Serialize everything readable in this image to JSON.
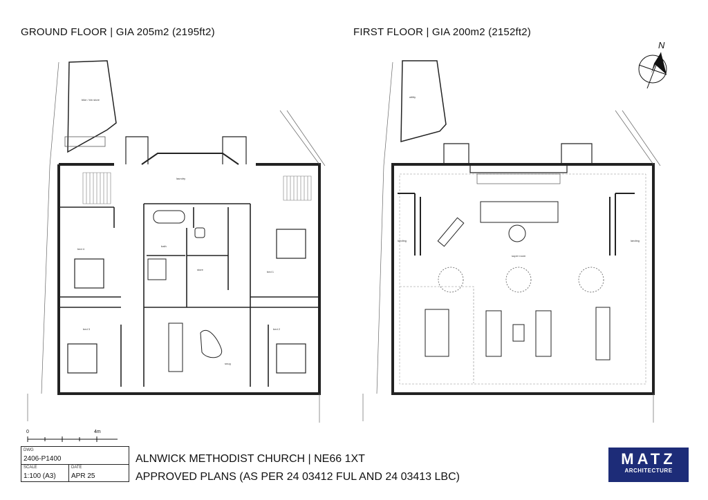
{
  "ground_floor": {
    "title": "GROUND FLOOR | GIA 205m2 (2195ft2)"
  },
  "first_floor": {
    "title": "FIRST FLOOR | GIA 200m2 (2152ft2)"
  },
  "north_arrow": {
    "label": "N"
  },
  "scale_bar": {
    "start_label": "0",
    "end_label": "4m"
  },
  "title_block": {
    "dwg_caption": "DWG",
    "dwg_value": "2406-P1400",
    "scale_caption": "SCALE",
    "scale_value": "1:100 (A3)",
    "date_caption": "DATE",
    "date_value": "APR 25"
  },
  "project": {
    "name": "ALNWICK METHODIST CHURCH | NE66 1XT",
    "description": "APPROVED PLANS (AS PER 24  03412  FUL AND 24  03413  LBC)"
  },
  "logo": {
    "main": "MATZ",
    "sub": "ARCHITECTURE"
  },
  "colors": {
    "logo_bg": "#1d2c78",
    "wall": "#222222",
    "stair": "#777777"
  }
}
